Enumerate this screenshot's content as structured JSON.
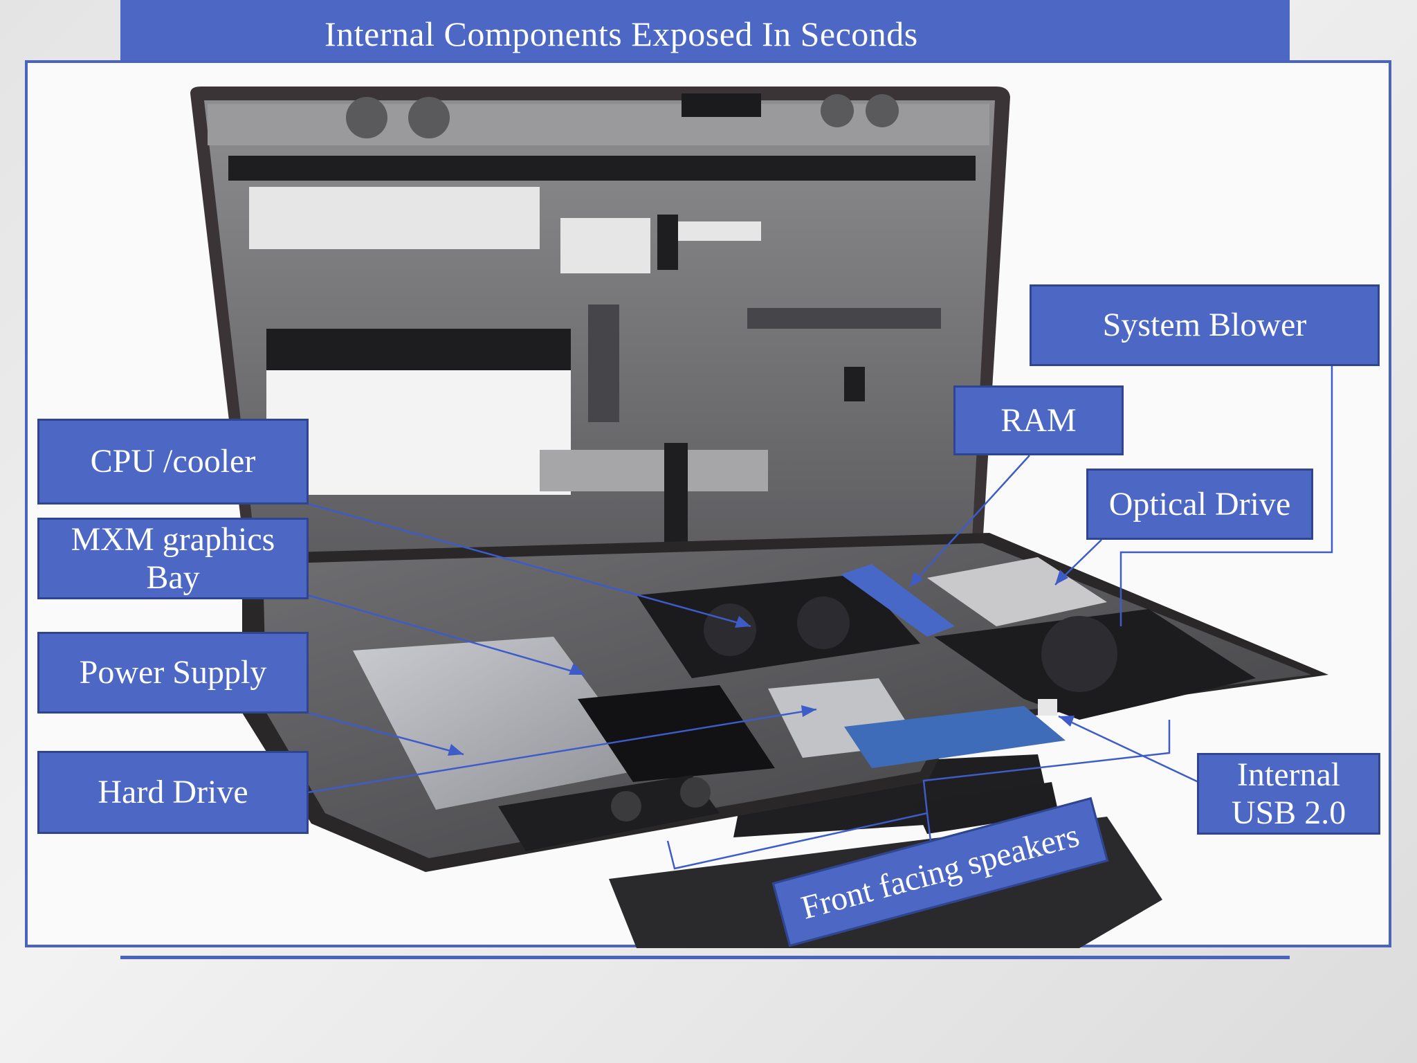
{
  "title": "Internal Components Exposed In Seconds",
  "labels": {
    "cpu_cooler": "CPU /cooler",
    "mxm_graphics": "MXM graphics\nBay",
    "power_supply": "Power Supply",
    "hard_drive": "Hard Drive",
    "system_blower": "System Blower",
    "ram": "RAM",
    "optical_drive": "Optical Drive",
    "internal_usb": "Internal\nUSB 2.0",
    "front_speakers": "Front facing speakers"
  },
  "colors": {
    "accent": "#4d67c4",
    "label_border": "#2f4590",
    "leader_line": "#3d5cc8"
  }
}
